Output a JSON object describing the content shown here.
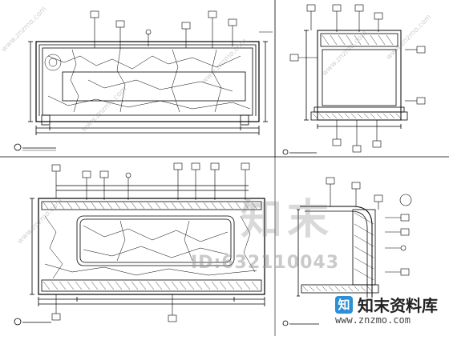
{
  "watermark": {
    "big_text": "知末",
    "id_text": "ID:632110043",
    "brand_logo": "知",
    "brand_name": "知末资料库",
    "url": "www.znzmo.com",
    "diagonal_text": "www.znzmo.com"
  },
  "views": [
    {
      "id": "front-elevation-top"
    },
    {
      "id": "side-section-top"
    },
    {
      "id": "front-elevation-bottom"
    },
    {
      "id": "side-section-bottom"
    }
  ]
}
